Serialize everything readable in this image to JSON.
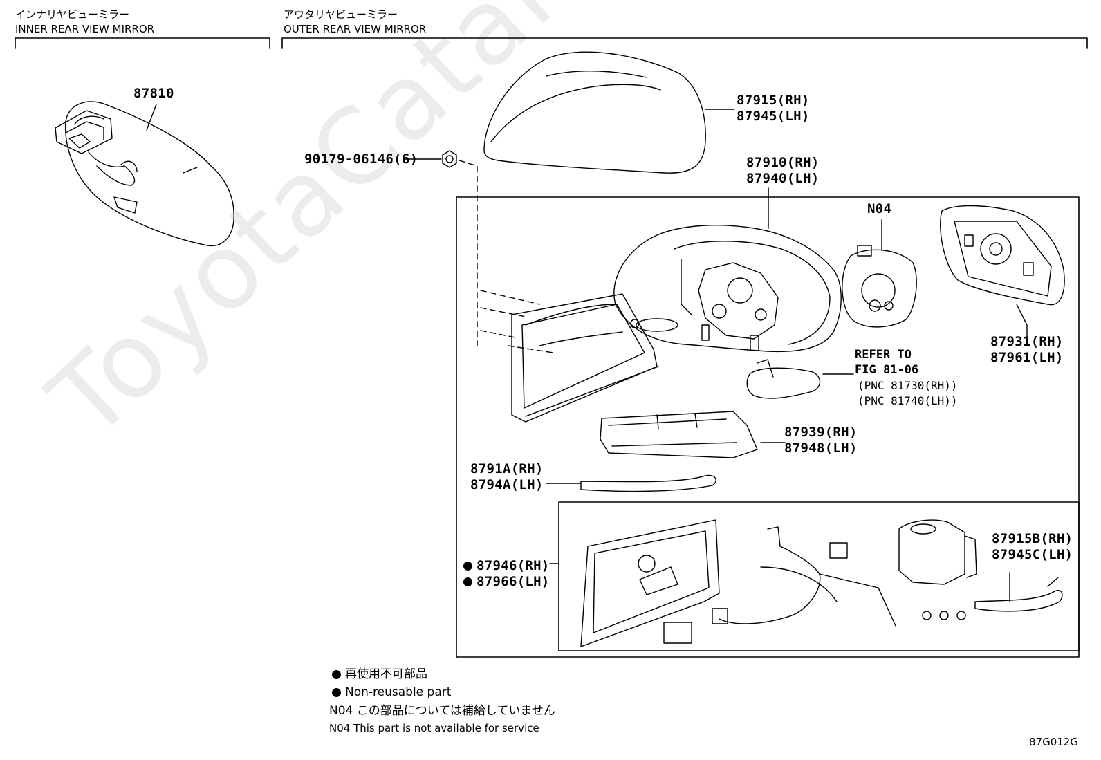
{
  "headers": {
    "inner_jp": "インナリヤビューミラー",
    "inner_en": "INNER REAR VIEW MIRROR",
    "outer_jp": "アウタリヤビューミラー",
    "outer_en": "OUTER REAR VIEW MIRROR"
  },
  "parts": {
    "p87810": "87810",
    "p87915_rh": "87915(RH)",
    "p87945_lh": "87945(LH)",
    "p90179": "90179-06146(6)",
    "p87910_rh": "87910(RH)",
    "p87940_lh": "87940(LH)",
    "n04": "N04",
    "p87931_rh": "87931(RH)",
    "p87961_lh": "87961(LH)",
    "refer_to": "REFER TO",
    "refer_fig": "FIG 81-06",
    "refer_pnc1": "(PNC 81730(RH))",
    "refer_pnc2": "(PNC 81740(LH))",
    "p87939_rh": "87939(RH)",
    "p87948_lh": "87948(LH)",
    "p8791a_rh": "8791A(RH)",
    "p8794a_lh": "8794A(LH)",
    "p87946_rh": "87946(RH)",
    "p87966_lh": "87966(LH)",
    "p87915b_rh": "87915B(RH)",
    "p87945c_lh": "87945C(LH)"
  },
  "legend": {
    "nonreusable_jp": "再使用不可部品",
    "nonreusable_en": "Non-reusable part",
    "n04_jp": "N04 この部品については補給していません",
    "n04_en": "N04 This part is not available for service"
  },
  "figure_code": "87G012G",
  "watermark": "ToyotaCatalog.ru"
}
